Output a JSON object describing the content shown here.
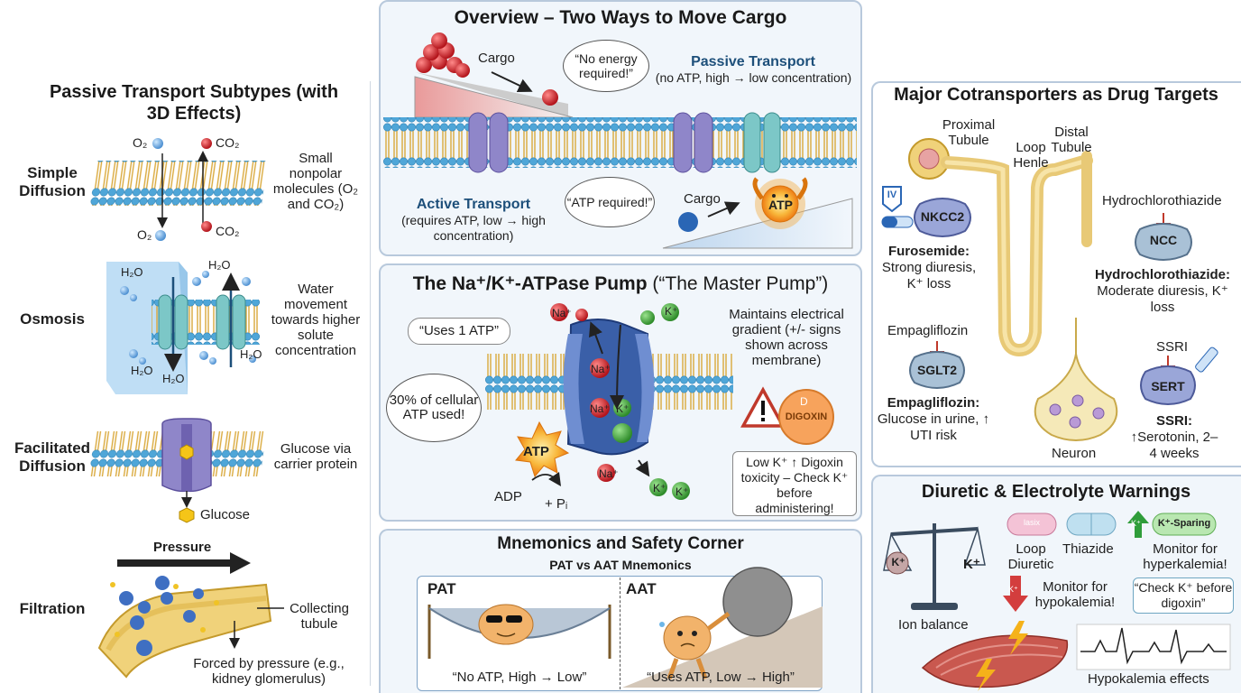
{
  "left": {
    "title": "Passive Transport Subtypes (with 3D Effects)",
    "rows": [
      {
        "name": "Simple Diffusion",
        "desc": "Small nonpolar molecules (O₂ and CO₂)"
      },
      {
        "name": "Osmosis",
        "desc": "Water movement towards higher solute concentration"
      },
      {
        "name": "Facilitated Diffusion",
        "desc": "Glucose via carrier protein"
      },
      {
        "name": "Filtration",
        "desc": ""
      }
    ],
    "o2": "O₂",
    "co2": "CO₂",
    "h2o": "H₂O",
    "glucose": "Glucose",
    "pressure": "Pressure",
    "collecting": "Collecting tubule",
    "forced": "Forced by pressure (e.g., kidney glomerulus)"
  },
  "overview": {
    "title": "Overview – Two Ways to Move Cargo",
    "cargo": "Cargo",
    "no_energy": "“No energy required!”",
    "passive_title": "Passive Transport",
    "passive_sub": "(no ATP, high → low concentration)",
    "active_title": "Active Transport",
    "active_sub": "(requires ATP, low → high concentration)",
    "atp_required": "“ATP required!”",
    "atp": "ATP"
  },
  "pump": {
    "title_main": "The Na⁺/K⁺-ATPase Pump",
    "title_sub": "(“The Master Pump”)",
    "uses_atp": "“Uses 1 ATP”",
    "cellular": "30% of cellular ATP used!",
    "maintains": "Maintains electrical gradient (+/- signs shown across membrane)",
    "na": "Na⁺",
    "k": "K⁺",
    "atp": "ATP",
    "adp": "ADP",
    "pi": "+ Pᵢ",
    "digoxin": "DIGOXIN",
    "d": "D",
    "warning": "Low K⁺ ↑ Digoxin toxicity – Check K⁺ before administering!"
  },
  "mnemonics": {
    "title": "Mnemonics and Safety Corner",
    "subtitle": "PAT vs AAT Mnemonics",
    "pat": "PAT",
    "aat": "AAT",
    "pat_quote": "“No ATP, High → Low”",
    "aat_quote": "“Uses ATP, Low → High”"
  },
  "cotransporters": {
    "title": "Major Cotransporters as Drug Targets",
    "proximal": "Proximal Tubule",
    "loop": "Loop Henle",
    "distal": "Distal Tubule",
    "iv": "IV",
    "nkcc2": "NKCC2",
    "furosemide_name": "Furosemide:",
    "furosemide_desc": "Strong diuresis, K⁺ loss",
    "hctz_top": "Hydrochlorothiazide",
    "ncc": "NCC",
    "hctz_name": "Hydrochlorothiazide:",
    "hctz_desc": "Moderate diuresis, K⁺ loss",
    "empa_top": "Empagliflozin",
    "sglt2": "SGLT2",
    "empa_name": "Empagliflozin:",
    "empa_desc": "Glucose in urine, ↑ UTI risk",
    "ssri_top": "SSRI",
    "sert": "SERT",
    "ssri_name": "SSRI:",
    "ssri_desc": "↑Serotonin, 2–4 weeks",
    "neuron": "Neuron"
  },
  "diuretic": {
    "title": "Diuretic & Electrolyte Warnings",
    "ion_balance": "Ion balance",
    "k": "K⁺",
    "loop": "Loop Diuretic",
    "thiazide": "Thiazide",
    "k_sparing": "K⁺-Sparing",
    "hyper": "Monitor for hyperkalemia!",
    "hypo": "Monitor for hypokalemia!",
    "check": "“Check K⁺ before digoxin”",
    "effects": "Hypokalemia effects",
    "pill_label": "lasix"
  },
  "colors": {
    "panel_bg": "#f1f6fb",
    "panel_border": "#b8c9dc",
    "membrane_head": "#4fa6d8",
    "membrane_tail": "#e7b84a",
    "protein": "#8f86c9",
    "atp": "#f5a623",
    "cargo": "#c9282d",
    "tubule": "#e8c976"
  }
}
